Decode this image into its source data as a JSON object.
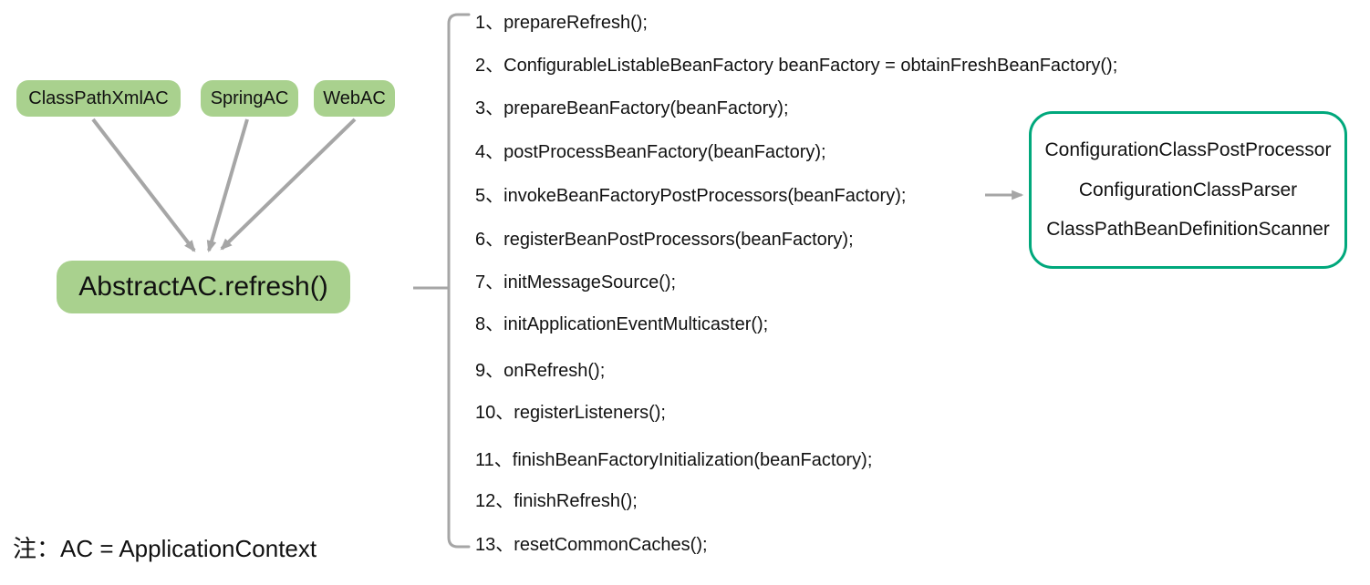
{
  "colors": {
    "node_fill": "#a9d18e",
    "arrow": "#a6a6a6",
    "processor_border": "#00a87c",
    "text": "#111111",
    "background": "#ffffff"
  },
  "nodes": {
    "class_path_xml": "ClassPathXmlAC",
    "spring": "SpringAC",
    "web": "WebAC",
    "refresh": "AbstractAC.refresh()"
  },
  "steps": [
    "1、prepareRefresh();",
    "2、ConfigurableListableBeanFactory beanFactory = obtainFreshBeanFactory();",
    "3、prepareBeanFactory(beanFactory);",
    "4、postProcessBeanFactory(beanFactory);",
    "5、invokeBeanFactoryPostProcessors(beanFactory);",
    "6、registerBeanPostProcessors(beanFactory);",
    "7、initMessageSource();",
    "8、initApplicationEventMulticaster();",
    "9、onRefresh();",
    "10、registerListeners();",
    "11、finishBeanFactoryInitialization(beanFactory);",
    "12、finishRefresh();",
    "13、resetCommonCaches();"
  ],
  "processor_box": {
    "lines": [
      "ConfigurationClassPostProcessor",
      "ConfigurationClassParser",
      "ClassPathBeanDefinitionScanner"
    ]
  },
  "note": "注：AC = ApplicationContext"
}
